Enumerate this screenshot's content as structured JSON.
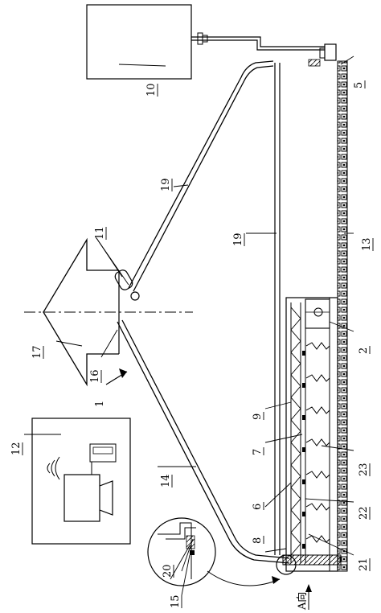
{
  "labels": {
    "n1": "1",
    "n2": "2",
    "n5": "5",
    "n6": "6",
    "n7": "7",
    "n8": "8",
    "n9": "9",
    "n10": "10",
    "n11": "11",
    "n12": "12",
    "n13": "13",
    "n14": "14",
    "n15": "15",
    "n16": "16",
    "n17": "17",
    "n19a": "19",
    "n19b": "19",
    "n20": "20",
    "n21": "21",
    "n22": "22",
    "n23": "23",
    "view": "A向"
  },
  "colors": {
    "ink": "#000000",
    "paper": "#ffffff"
  }
}
